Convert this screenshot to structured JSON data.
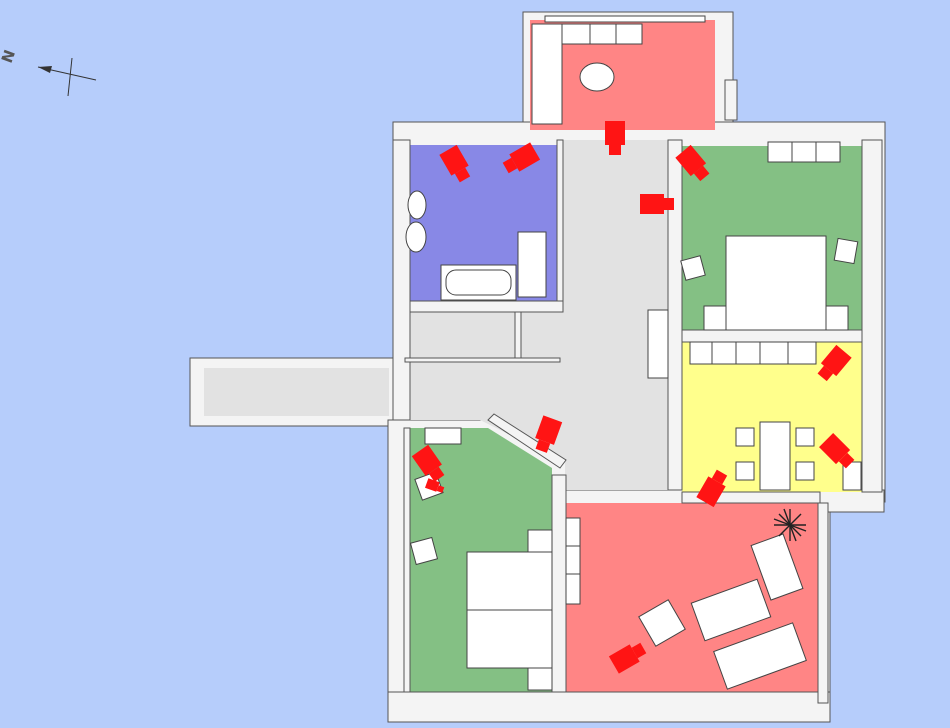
{
  "view": {
    "background": "#b6cdfb",
    "compass_label": "N"
  },
  "colors": {
    "bathroom": "#8888e6",
    "bedroom_green": "#84c084",
    "living_red": "#ff8585",
    "kitchen_yellow": "#ffff8c",
    "hall_gray": "#e2e2e2",
    "camera": "#ff1414"
  },
  "rooms": [
    {
      "id": "balcony-room",
      "color": "living_red"
    },
    {
      "id": "bathroom",
      "color": "bathroom"
    },
    {
      "id": "bedroom-northeast",
      "color": "bedroom_green"
    },
    {
      "id": "kitchen",
      "color": "kitchen_yellow"
    },
    {
      "id": "bedroom-southwest",
      "color": "bedroom_green"
    },
    {
      "id": "living-room",
      "color": "living_red"
    },
    {
      "id": "hallway",
      "color": "hall_gray"
    },
    {
      "id": "corridor",
      "color": "hall_gray"
    }
  ],
  "cameras": [
    {
      "id": "camera-1"
    },
    {
      "id": "camera-2"
    },
    {
      "id": "camera-3"
    },
    {
      "id": "camera-4"
    },
    {
      "id": "camera-5"
    },
    {
      "id": "camera-6"
    },
    {
      "id": "camera-7"
    },
    {
      "id": "camera-8"
    },
    {
      "id": "camera-9"
    },
    {
      "id": "camera-10"
    },
    {
      "id": "camera-11"
    },
    {
      "id": "camera-12"
    }
  ]
}
